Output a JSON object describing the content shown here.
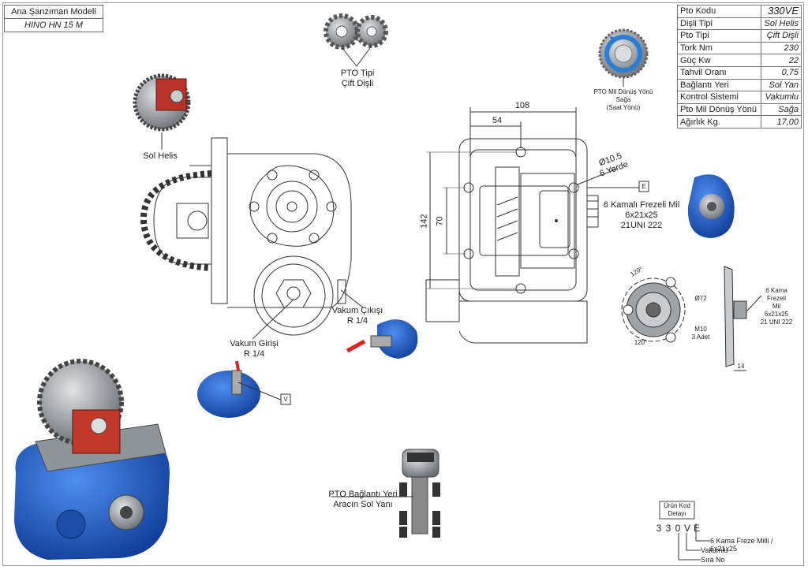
{
  "model": {
    "label": "Ana Şanzıman Modeli",
    "value": "HINO HN 15 M"
  },
  "spec_table": [
    {
      "label": "Pto Kodu",
      "value": "330VE"
    },
    {
      "label": "Dişli Tipi",
      "value": "Sol Helis"
    },
    {
      "label": "Pto Tipi",
      "value": "Çift Dişli"
    },
    {
      "label": "Tork Nm",
      "value": "230"
    },
    {
      "label": "Güç Kw",
      "value": "22"
    },
    {
      "label": "Tahvil Oranı",
      "value": "0,75"
    },
    {
      "label": "Bağlantı Yeri",
      "value": "Sol Yan"
    },
    {
      "label": "Kontrol Sistemi",
      "value": "Vakumlu"
    },
    {
      "label": "Pto Mil Dönüş Yönü",
      "value": "Sağa"
    },
    {
      "label": "Ağırlık Kg.",
      "value": "17,00"
    }
  ],
  "labels": {
    "pto_type_1": "PTO Tipi",
    "pto_type_2": "Çift Dişli",
    "rotation_1": "PTO Mil Dönüş Yönü",
    "rotation_2": "Sağa",
    "rotation_3": "(Saat Yönü)",
    "sol_helis": "Sol Helis",
    "vakum_cikisi_1": "Vakum Çıkışı",
    "vakum_cikisi_2": "R 1/4",
    "vakum_girisi_1": "Vakum Girişi",
    "vakum_girisi_2": "R 1/4",
    "v_marker": "V",
    "e_marker": "E",
    "shaft_1": "6 Kamalı Frezeli Mil",
    "shaft_2": "6x21x25",
    "shaft_3": "21UNI 222",
    "connection_1": "PTO Bağlantı Yeri",
    "connection_2": "Aracın Sol Yanı"
  },
  "dimensions": {
    "d108": "108",
    "d54": "54",
    "d142": "142",
    "d70": "70",
    "hole_1": "Ø10.5",
    "hole_2": "6 Yerde"
  },
  "flange_detail": {
    "angle_top": "120°",
    "angle_bottom": "120°",
    "diameter": "Ø72",
    "bolts_1": "M10",
    "bolts_2": "3 Adet",
    "side_1": "6 Kama",
    "side_2": "Frezeli",
    "side_3": "Mil",
    "side_4": "6x21x25",
    "side_5": "21 UNI 222",
    "side_dim": "14"
  },
  "product_code": {
    "title_1": "Ürün Kod",
    "title_2": "Detayı",
    "digits": [
      "3",
      "3",
      "0",
      "V",
      "E"
    ],
    "desc_e": "6 Kama Freze Milli / 6x21x25",
    "desc_v": "Vakumlu",
    "desc_sira": "Sıra No"
  },
  "colors": {
    "pto_blue": "#1f5fc8",
    "pto_red": "#c0392b",
    "metal_gray": "#8a8f94"
  }
}
